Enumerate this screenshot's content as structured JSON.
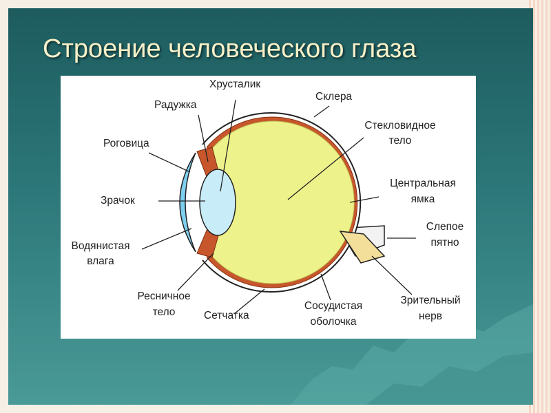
{
  "slide": {
    "title": "Строение человеческого глаза"
  },
  "colors": {
    "slide_top": "#1d5b5e",
    "slide_bottom": "#4a9a97",
    "title_text": "#f7f0c8",
    "vitreous": "#eef28a",
    "choroid": "#c8562c",
    "lens": "#c8ecf8",
    "cornea": "#7fd0f0"
  },
  "labels": {
    "lens": "Хрусталик",
    "sclera": "Склера",
    "iris": "Радужка",
    "vitreous_1": "Стекловидное",
    "vitreous_2": "тело",
    "cornea": "Роговица",
    "fovea_1": "Центральная",
    "fovea_2": "ямка",
    "pupil": "Зрачок",
    "blind_spot_1": "Слепое",
    "blind_spot_2": "пятно",
    "aqueous_1": "Водянистая",
    "aqueous_2": "влага",
    "ciliary_1": "Ресничное",
    "ciliary_2": "тело",
    "retina": "Сетчатка",
    "choroid_1": "Сосудистая",
    "choroid_2": "оболочка",
    "optic_nerve_1": "Зрительный",
    "optic_nerve_2": "нерв"
  }
}
